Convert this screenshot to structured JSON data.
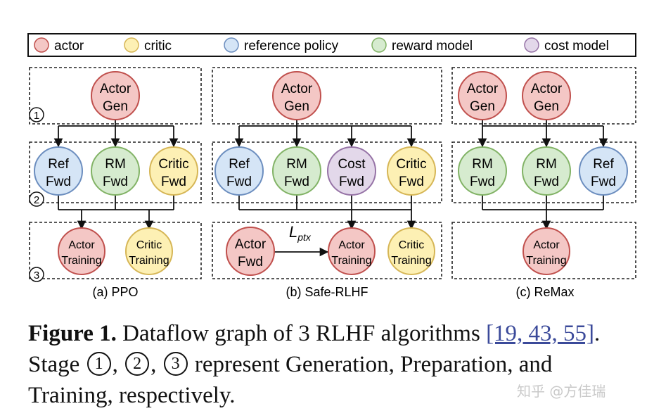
{
  "legend": [
    {
      "label": "actor",
      "color": "#f4c7c5"
    },
    {
      "label": "critic",
      "color": "#fdf0b4"
    },
    {
      "label": "reference policy",
      "color": "#d5e5f6"
    },
    {
      "label": "reward model",
      "color": "#d6ebcf"
    },
    {
      "label": "cost model",
      "color": "#e3d8ea"
    }
  ],
  "stages": [
    "1",
    "2",
    "3"
  ],
  "panels": {
    "a": {
      "title": "(a) PPO"
    },
    "b": {
      "title": "(b) Safe-RLHF"
    },
    "c": {
      "title": "(c) ReMax"
    }
  },
  "nodes": {
    "a_actor_gen": [
      "Actor",
      "Gen"
    ],
    "a_ref_fwd": [
      "Ref",
      "Fwd"
    ],
    "a_rm_fwd": [
      "RM",
      "Fwd"
    ],
    "a_critic_fwd": [
      "Critic",
      "Fwd"
    ],
    "a_actor_train": [
      "Actor",
      "Training"
    ],
    "a_critic_train": [
      "Critic",
      "Training"
    ],
    "b_actor_gen": [
      "Actor",
      "Gen"
    ],
    "b_ref_fwd": [
      "Ref",
      "Fwd"
    ],
    "b_rm_fwd": [
      "RM",
      "Fwd"
    ],
    "b_cost_fwd": [
      "Cost",
      "Fwd"
    ],
    "b_critic_fwd": [
      "Critic",
      "Fwd"
    ],
    "b_actor_fwd": [
      "Actor",
      "Fwd"
    ],
    "b_actor_train": [
      "Actor",
      "Training"
    ],
    "b_critic_train": [
      "Critic",
      "Training"
    ],
    "c_actor_gen1": [
      "Actor",
      "Gen"
    ],
    "c_actor_gen2": [
      "Actor",
      "Gen"
    ],
    "c_rm_fwd1": [
      "RM",
      "Fwd"
    ],
    "c_rm_fwd2": [
      "RM",
      "Fwd"
    ],
    "c_ref_fwd": [
      "Ref",
      "Fwd"
    ],
    "c_actor_train": [
      "Actor",
      "Training"
    ]
  },
  "ptx_label": "L",
  "ptx_sub": "ptx",
  "caption": {
    "label": "Figure 1.",
    "text1": " Dataflow graph of 3 RLHF algorithms ",
    "cite": "[19, 43, 55]",
    "text2": ".",
    "line2a": "Stage ",
    "c1": "1",
    "c2": "2",
    "c3": "3",
    "line2b": " represent Generation, Preparation, and",
    "line3": "Training, respectively."
  },
  "watermark": "知乎 @方佳瑞"
}
